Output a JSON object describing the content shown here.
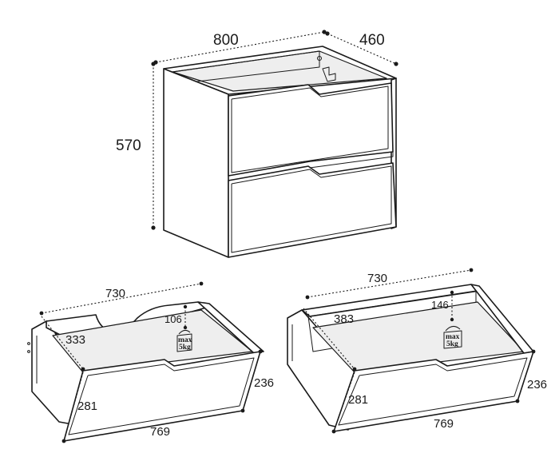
{
  "cabinet": {
    "width": "800",
    "depth": "460",
    "height": "570"
  },
  "drawer_top": {
    "width": "730",
    "depth": "333",
    "cutout_height": "106",
    "front_height": "236",
    "side_height": "281",
    "front_width": "769",
    "load_badge": {
      "line1": "max",
      "line2": "5kg"
    }
  },
  "drawer_bottom": {
    "width": "730",
    "depth": "383",
    "inner_height": "146",
    "front_height": "236",
    "side_height": "281",
    "front_width": "769",
    "load_badge": {
      "line1": "max",
      "line2": "5kg"
    }
  }
}
